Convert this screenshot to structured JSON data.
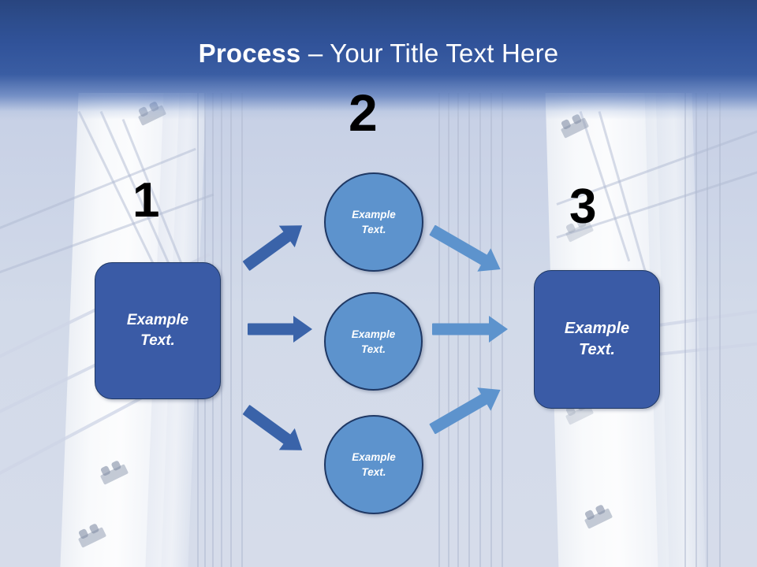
{
  "slide": {
    "title": {
      "bold_part": "Process",
      "rest_part": " – Your Title Text Here",
      "full": "Process – Your Title Text Here"
    },
    "background": {
      "description": "faded cable-stayed bridge pylon photograph",
      "sky_color": "#ccd4e8",
      "pylon_color": "#ffffff"
    },
    "colors": {
      "header_top": "#29457f",
      "header_bottom": "#5678ba",
      "box_fill": "#3a5ba6",
      "box_border": "#1f3864",
      "circle_fill": "#5d93cd",
      "circle_border": "#1f3864",
      "arrow_dark": "#3a63a9",
      "arrow_light": "#5d93cd",
      "step_number": "#000000",
      "title_text": "#ffffff"
    }
  },
  "steps": [
    {
      "number": "1",
      "label": "Example\nText."
    },
    {
      "number": "2",
      "label": ""
    },
    {
      "number": "3",
      "label": "Example\nText."
    }
  ],
  "step_numbers": {
    "one": "1",
    "two": "2",
    "three": "3"
  },
  "boxes": {
    "left": {
      "line1": "Example",
      "line2": "Text."
    },
    "right": {
      "line1": "Example",
      "line2": "Text."
    }
  },
  "circles": [
    {
      "line1": "Example",
      "line2": "Text."
    },
    {
      "line1": "Example",
      "line2": "Text."
    },
    {
      "line1": "Example",
      "line2": "Text."
    }
  ],
  "arrows": {
    "left_group": [
      {
        "name": "up-right",
        "color": "#3a63a9"
      },
      {
        "name": "right",
        "color": "#3a63a9"
      },
      {
        "name": "down-right",
        "color": "#3a63a9"
      }
    ],
    "right_group": [
      {
        "name": "down-right",
        "color": "#5d93cd"
      },
      {
        "name": "right",
        "color": "#5d93cd"
      },
      {
        "name": "up-right",
        "color": "#5d93cd"
      }
    ]
  }
}
